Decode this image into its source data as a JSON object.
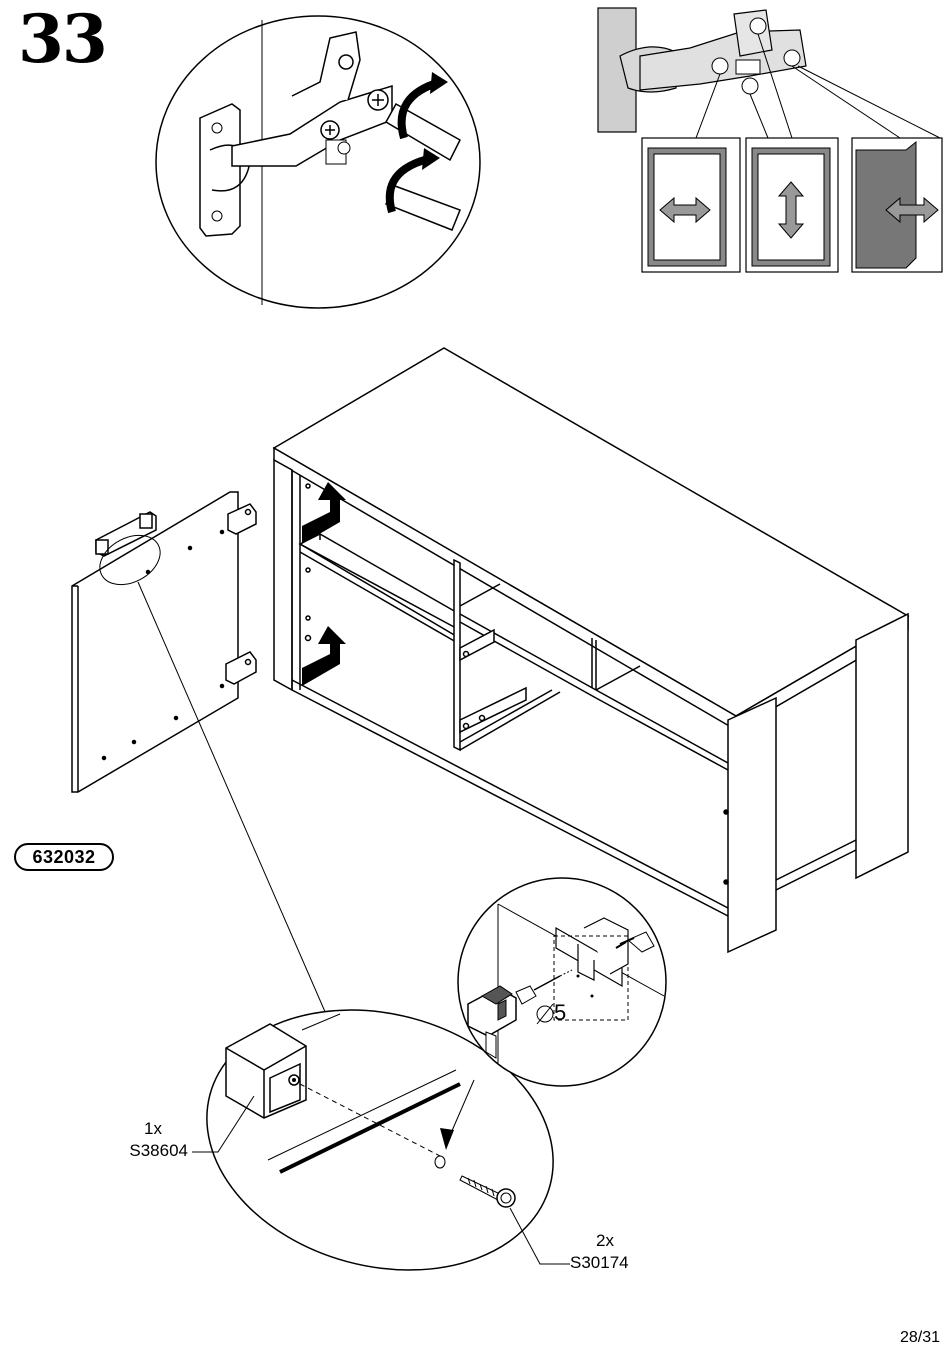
{
  "step": {
    "number": "33"
  },
  "door": {
    "part_number": "632032"
  },
  "drill": {
    "diameter_label": "5"
  },
  "parts": [
    {
      "quantity": "1x",
      "code": "S38604"
    },
    {
      "quantity": "2x",
      "code": "S30174"
    }
  ],
  "hinge_adjustments": [
    {
      "direction": "side",
      "icon": "horizontal-arrow-icon"
    },
    {
      "direction": "vertical",
      "icon": "vertical-arrow-icon"
    },
    {
      "direction": "depth",
      "icon": "depth-arrow-icon"
    }
  ],
  "footer": {
    "page": "28/31"
  }
}
